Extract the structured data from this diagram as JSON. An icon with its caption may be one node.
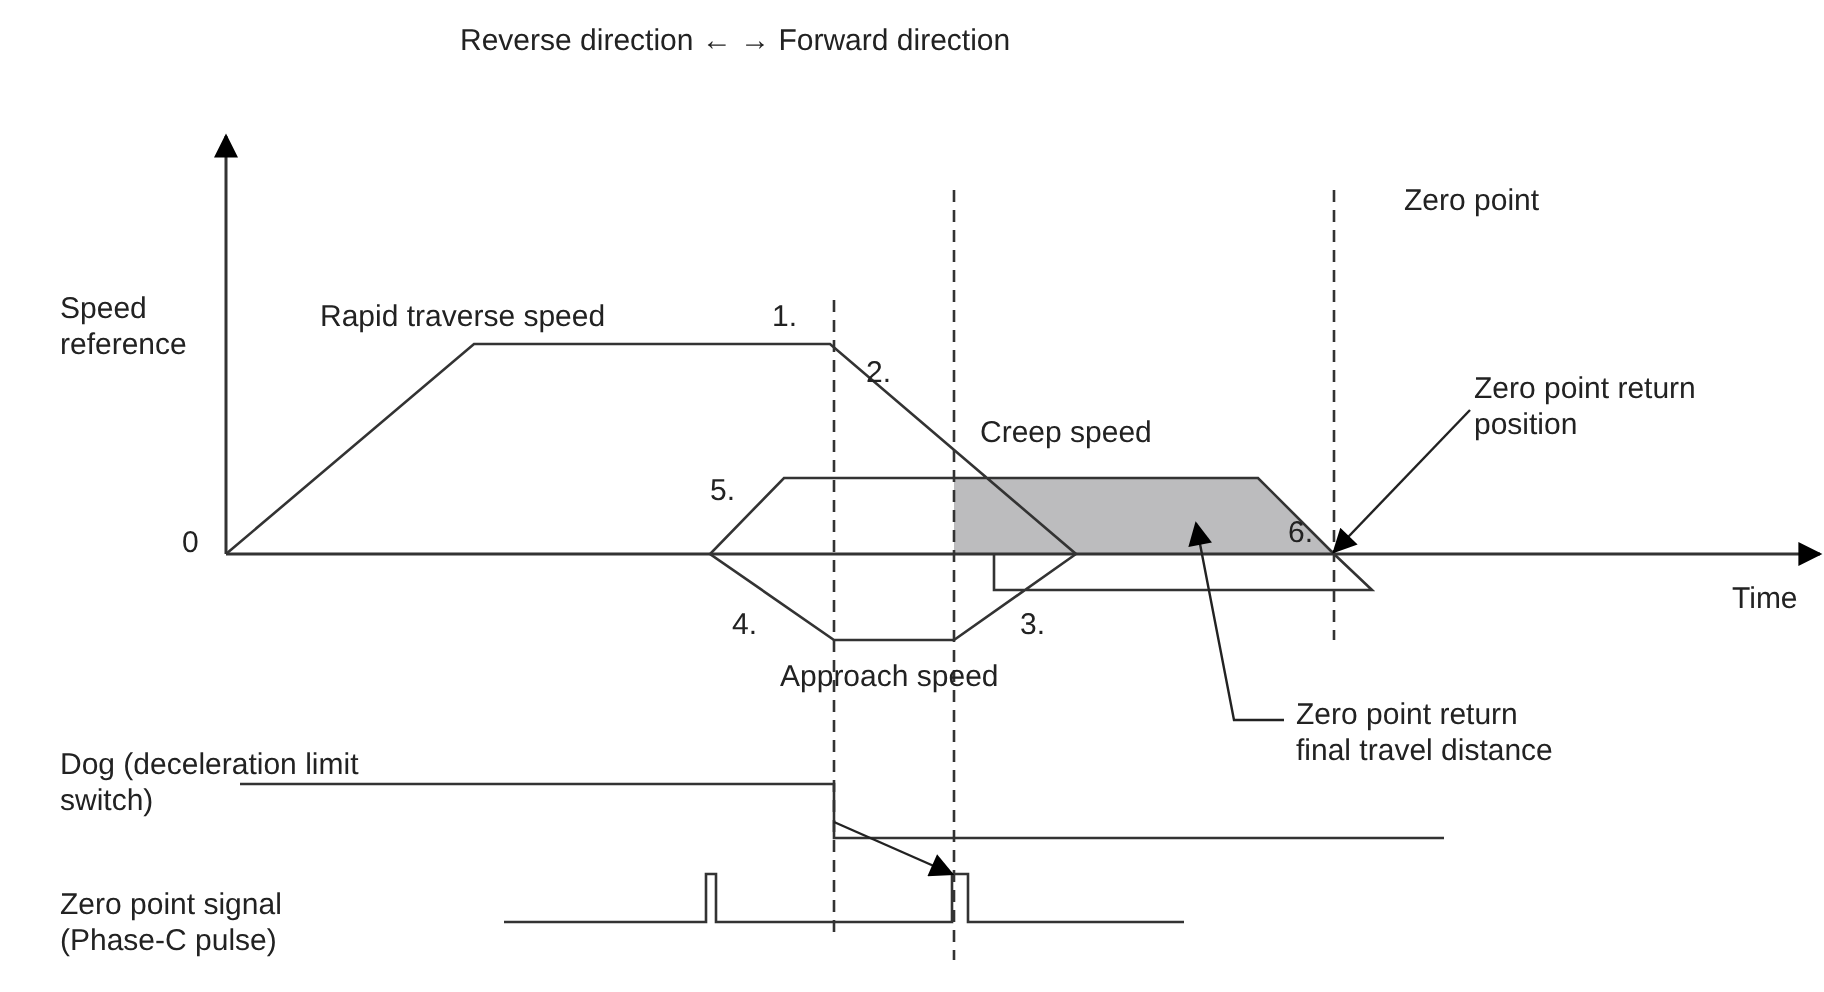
{
  "diagram": {
    "nodes": [
      {
        "text": [],
        "shape": "trapezoid"
      },
      {
        "text": [
          "Zero point return final travel distance"
        ]
      },
      {
        "text": [
          "Zero point return position"
        ]
      }
    ],
    "edges": [
      {
        "from": 1,
        "to": 0,
        "arrow": "to"
      },
      {
        "from": 2,
        "to": 0,
        "arrow": "to"
      }
    ],
    "labels": [
      "Reverse direction ← → Forward direction",
      "Zero point",
      "Speed reference",
      "Rapid traverse speed",
      "1.",
      "2.",
      "Creep speed",
      "5.",
      "0",
      "6.",
      "4.",
      "3.",
      "Time",
      "Approach speed",
      "Dog (deceleration limit switch)",
      "Zero point signal (Phase-C pulse)"
    ]
  }
}
